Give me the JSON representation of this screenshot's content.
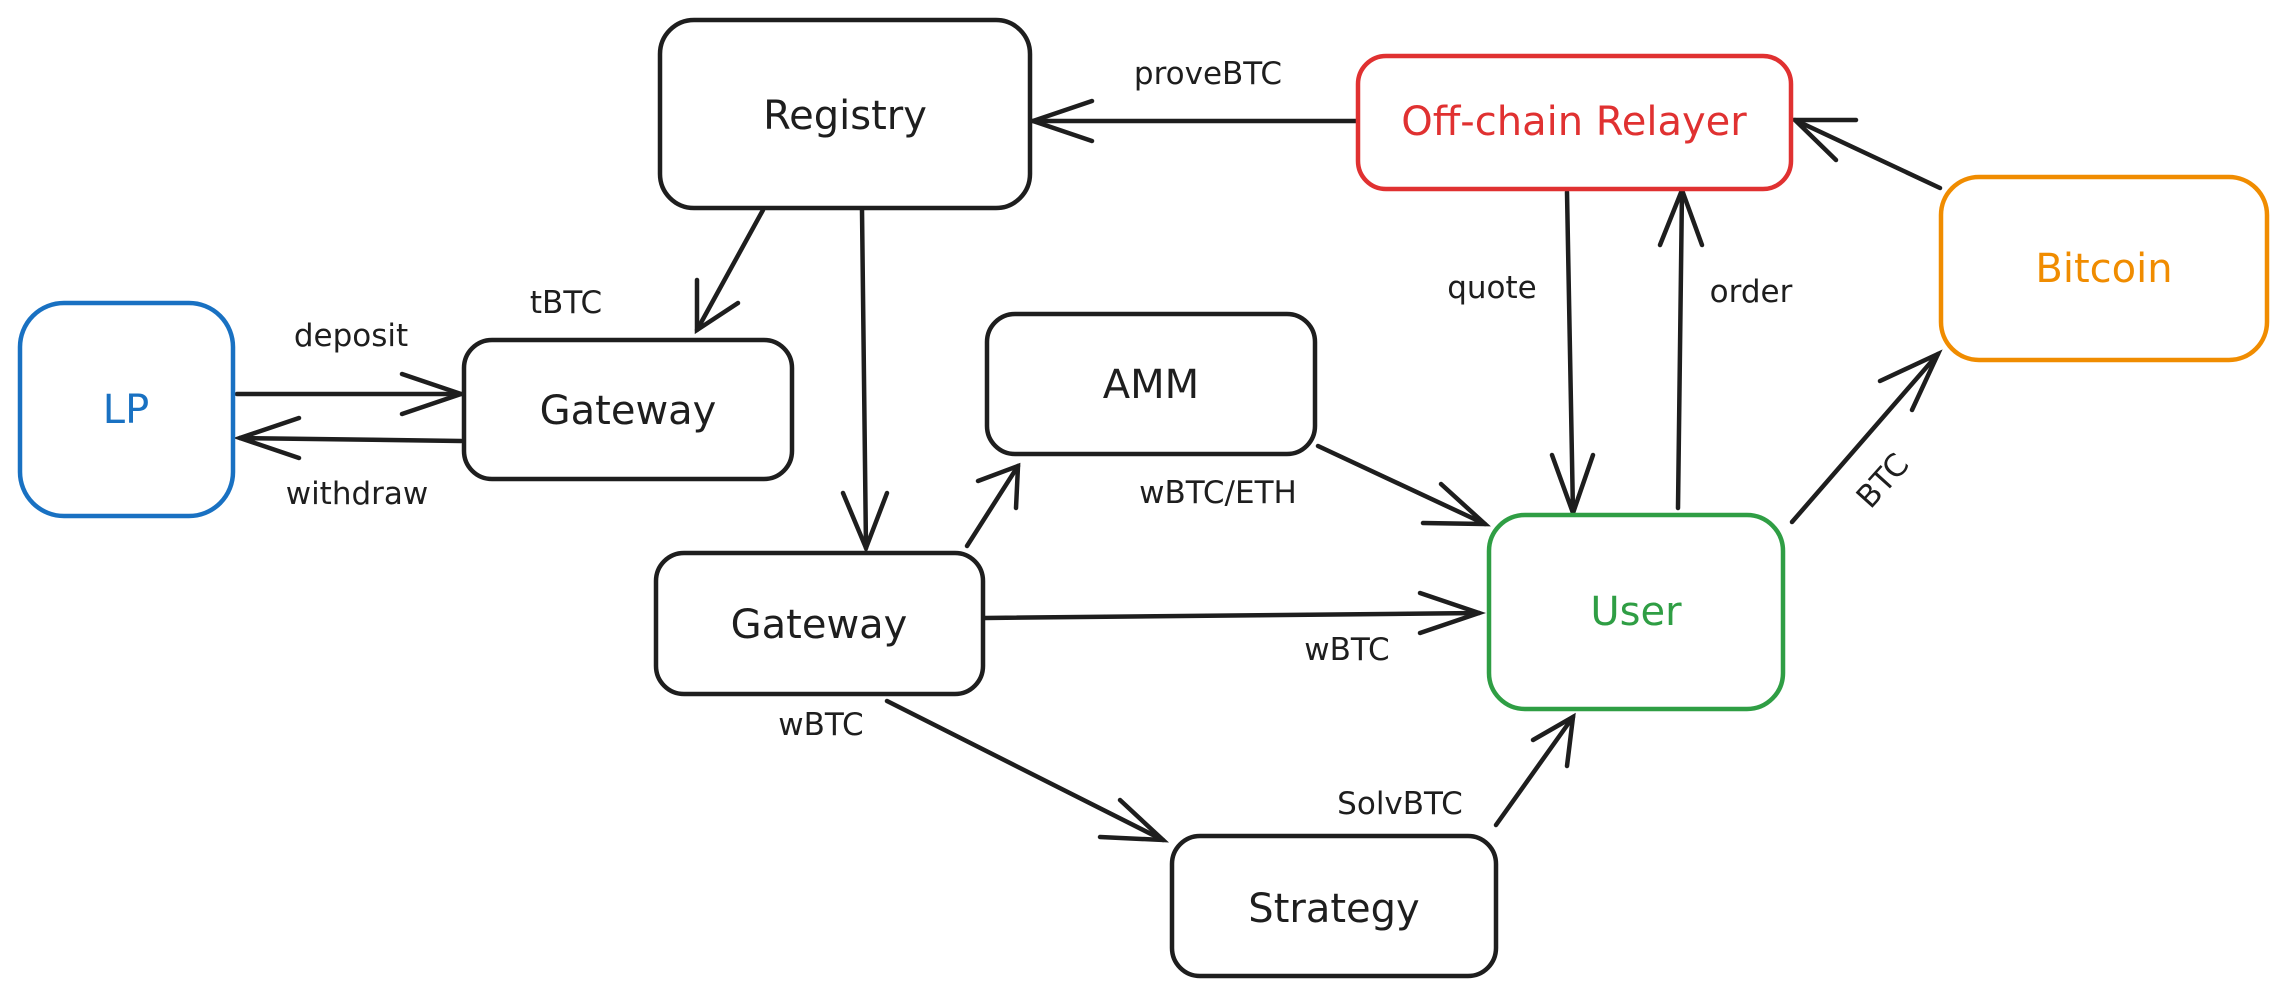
{
  "colors": {
    "ink": "#1e1e1e",
    "lp": "#1971c2",
    "relayer": "#e03131",
    "bitcoin": "#f08c00",
    "user": "#2f9e44"
  },
  "nodes": {
    "registry": "Registry",
    "relayer": "Off-chain Relayer",
    "bitcoin": "Bitcoin",
    "lp": "LP",
    "gateway_top": "Gateway",
    "amm": "AMM",
    "gateway_bottom": "Gateway",
    "user": "User",
    "strategy": "Strategy"
  },
  "edges": {
    "prove_btc": "proveBTC",
    "tbtc": "tBTC",
    "deposit": "deposit",
    "withdraw": "withdraw",
    "quote": "quote",
    "order": "order",
    "btc": "BTC",
    "wbtc_eth": "wBTC/ETH",
    "wbtc_user": "wBTC",
    "wbtc_strategy": "wBTC",
    "solv_btc": "SolvBTC"
  }
}
